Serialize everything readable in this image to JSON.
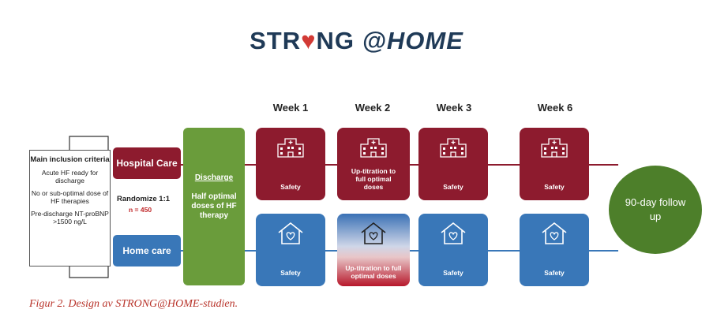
{
  "logo": {
    "text_a": "STR",
    "text_b": "NG",
    "text_c": "@HOME",
    "heart_glyph": "♥"
  },
  "weeks": [
    "Week 1",
    "Week 2",
    "Week 3",
    "Week 6"
  ],
  "criteria": {
    "title": "Main inclusion criteria",
    "items": [
      "Acute HF ready for discharge",
      "No or sub-optimal dose of HF therapies",
      "Pre-discharge NT-proBNP >1500 ng/L"
    ]
  },
  "randomize": {
    "label": "Randomize 1:1",
    "n": "n = 450"
  },
  "arms": {
    "hospital": "Hospital Care",
    "home": "Home care"
  },
  "discharge": {
    "title": "Discharge",
    "body": "Half optimal doses of HF therapy"
  },
  "hospital_visits": [
    "Safety",
    "Up-titration to full optimal doses",
    "Safety",
    "Safety"
  ],
  "home_visits": [
    "Safety",
    "Up-titration to full optimal doses",
    "Safety",
    "Safety"
  ],
  "followup": "90-day follow up",
  "caption": "Figur 2. Design av STRONG@HOME-studien.",
  "colors": {
    "hospital": "#8d1b2e",
    "home": "#3977b8",
    "discharge": "#6a9c3b",
    "followup": "#4d7f2a",
    "caption": "#b8332a"
  },
  "icons": {
    "hospital_visit": "hospital-building-icon",
    "home_visit": "house-heart-icon"
  }
}
